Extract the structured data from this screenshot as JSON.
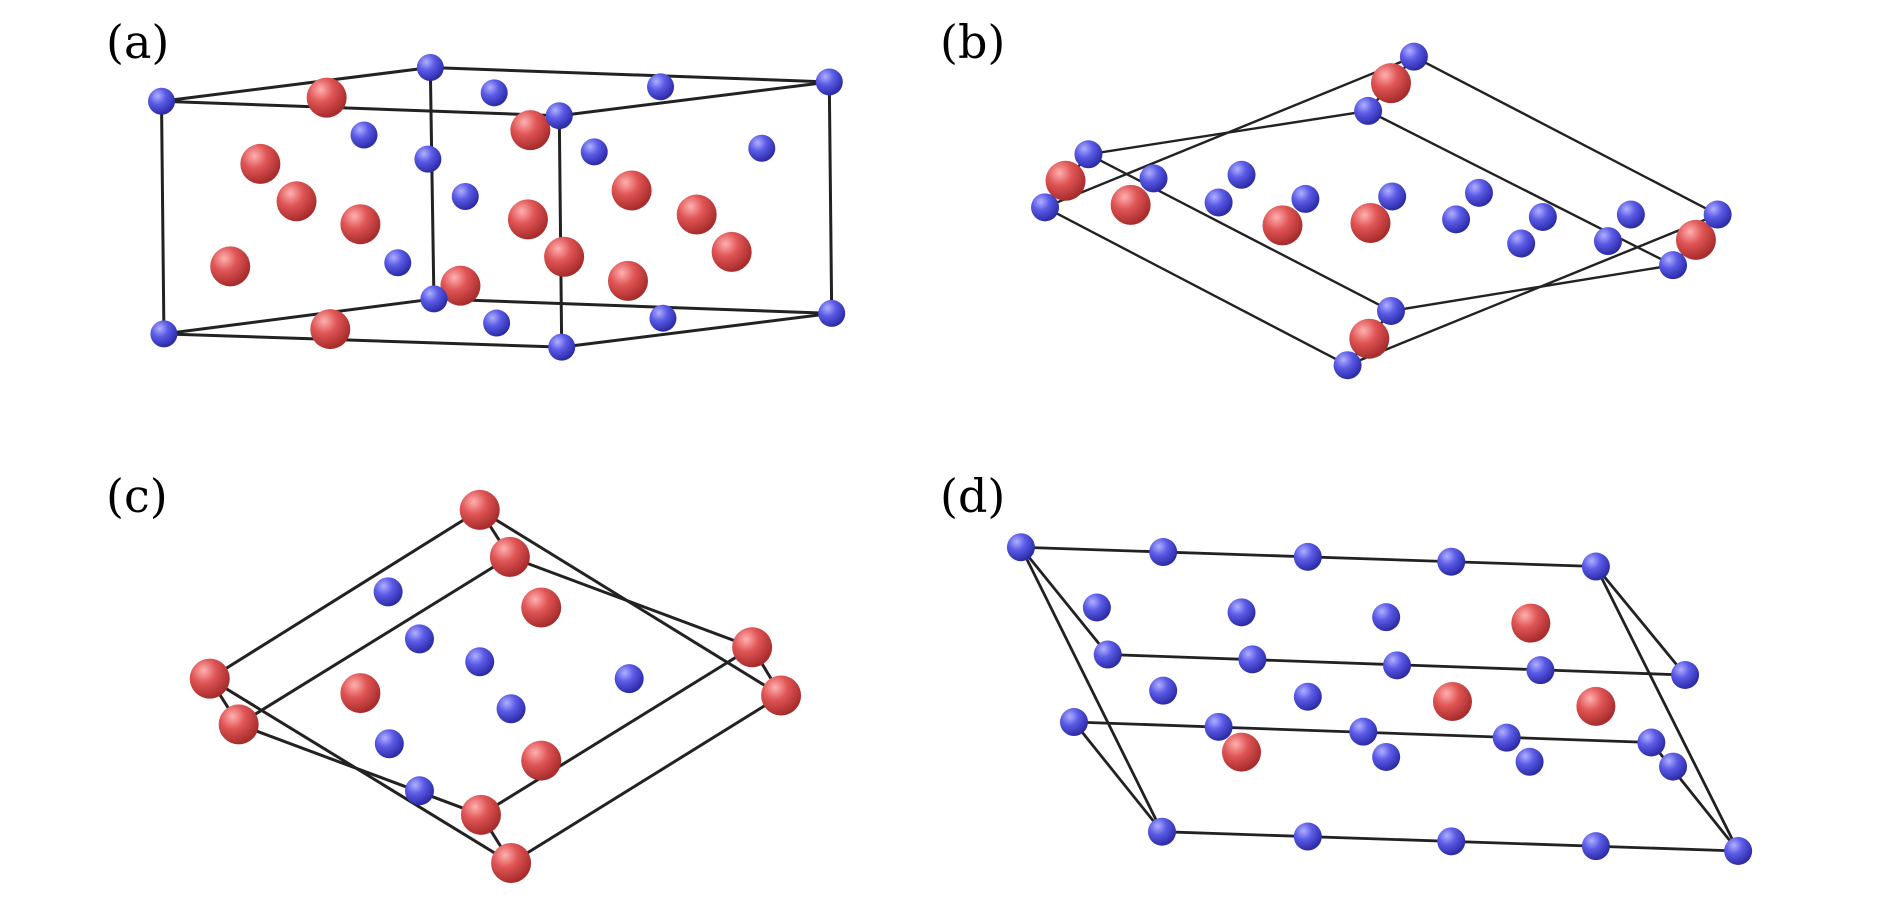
{
  "colors": {
    "atom_blue": "#5a5ae6",
    "atom_blue_light": "#b0b0ff",
    "atom_blue_dark": "#2c2ca8",
    "atom_red": "#e05555",
    "atom_red_light": "#ffb0b0",
    "atom_red_dark": "#a82c2c",
    "edge": "#222222",
    "label": "#000000"
  },
  "panels": [
    {
      "id": "a",
      "label": "(a)"
    },
    {
      "id": "b",
      "label": "(b)"
    },
    {
      "id": "c",
      "label": "(c)"
    },
    {
      "id": "d",
      "label": "(d)"
    }
  ]
}
